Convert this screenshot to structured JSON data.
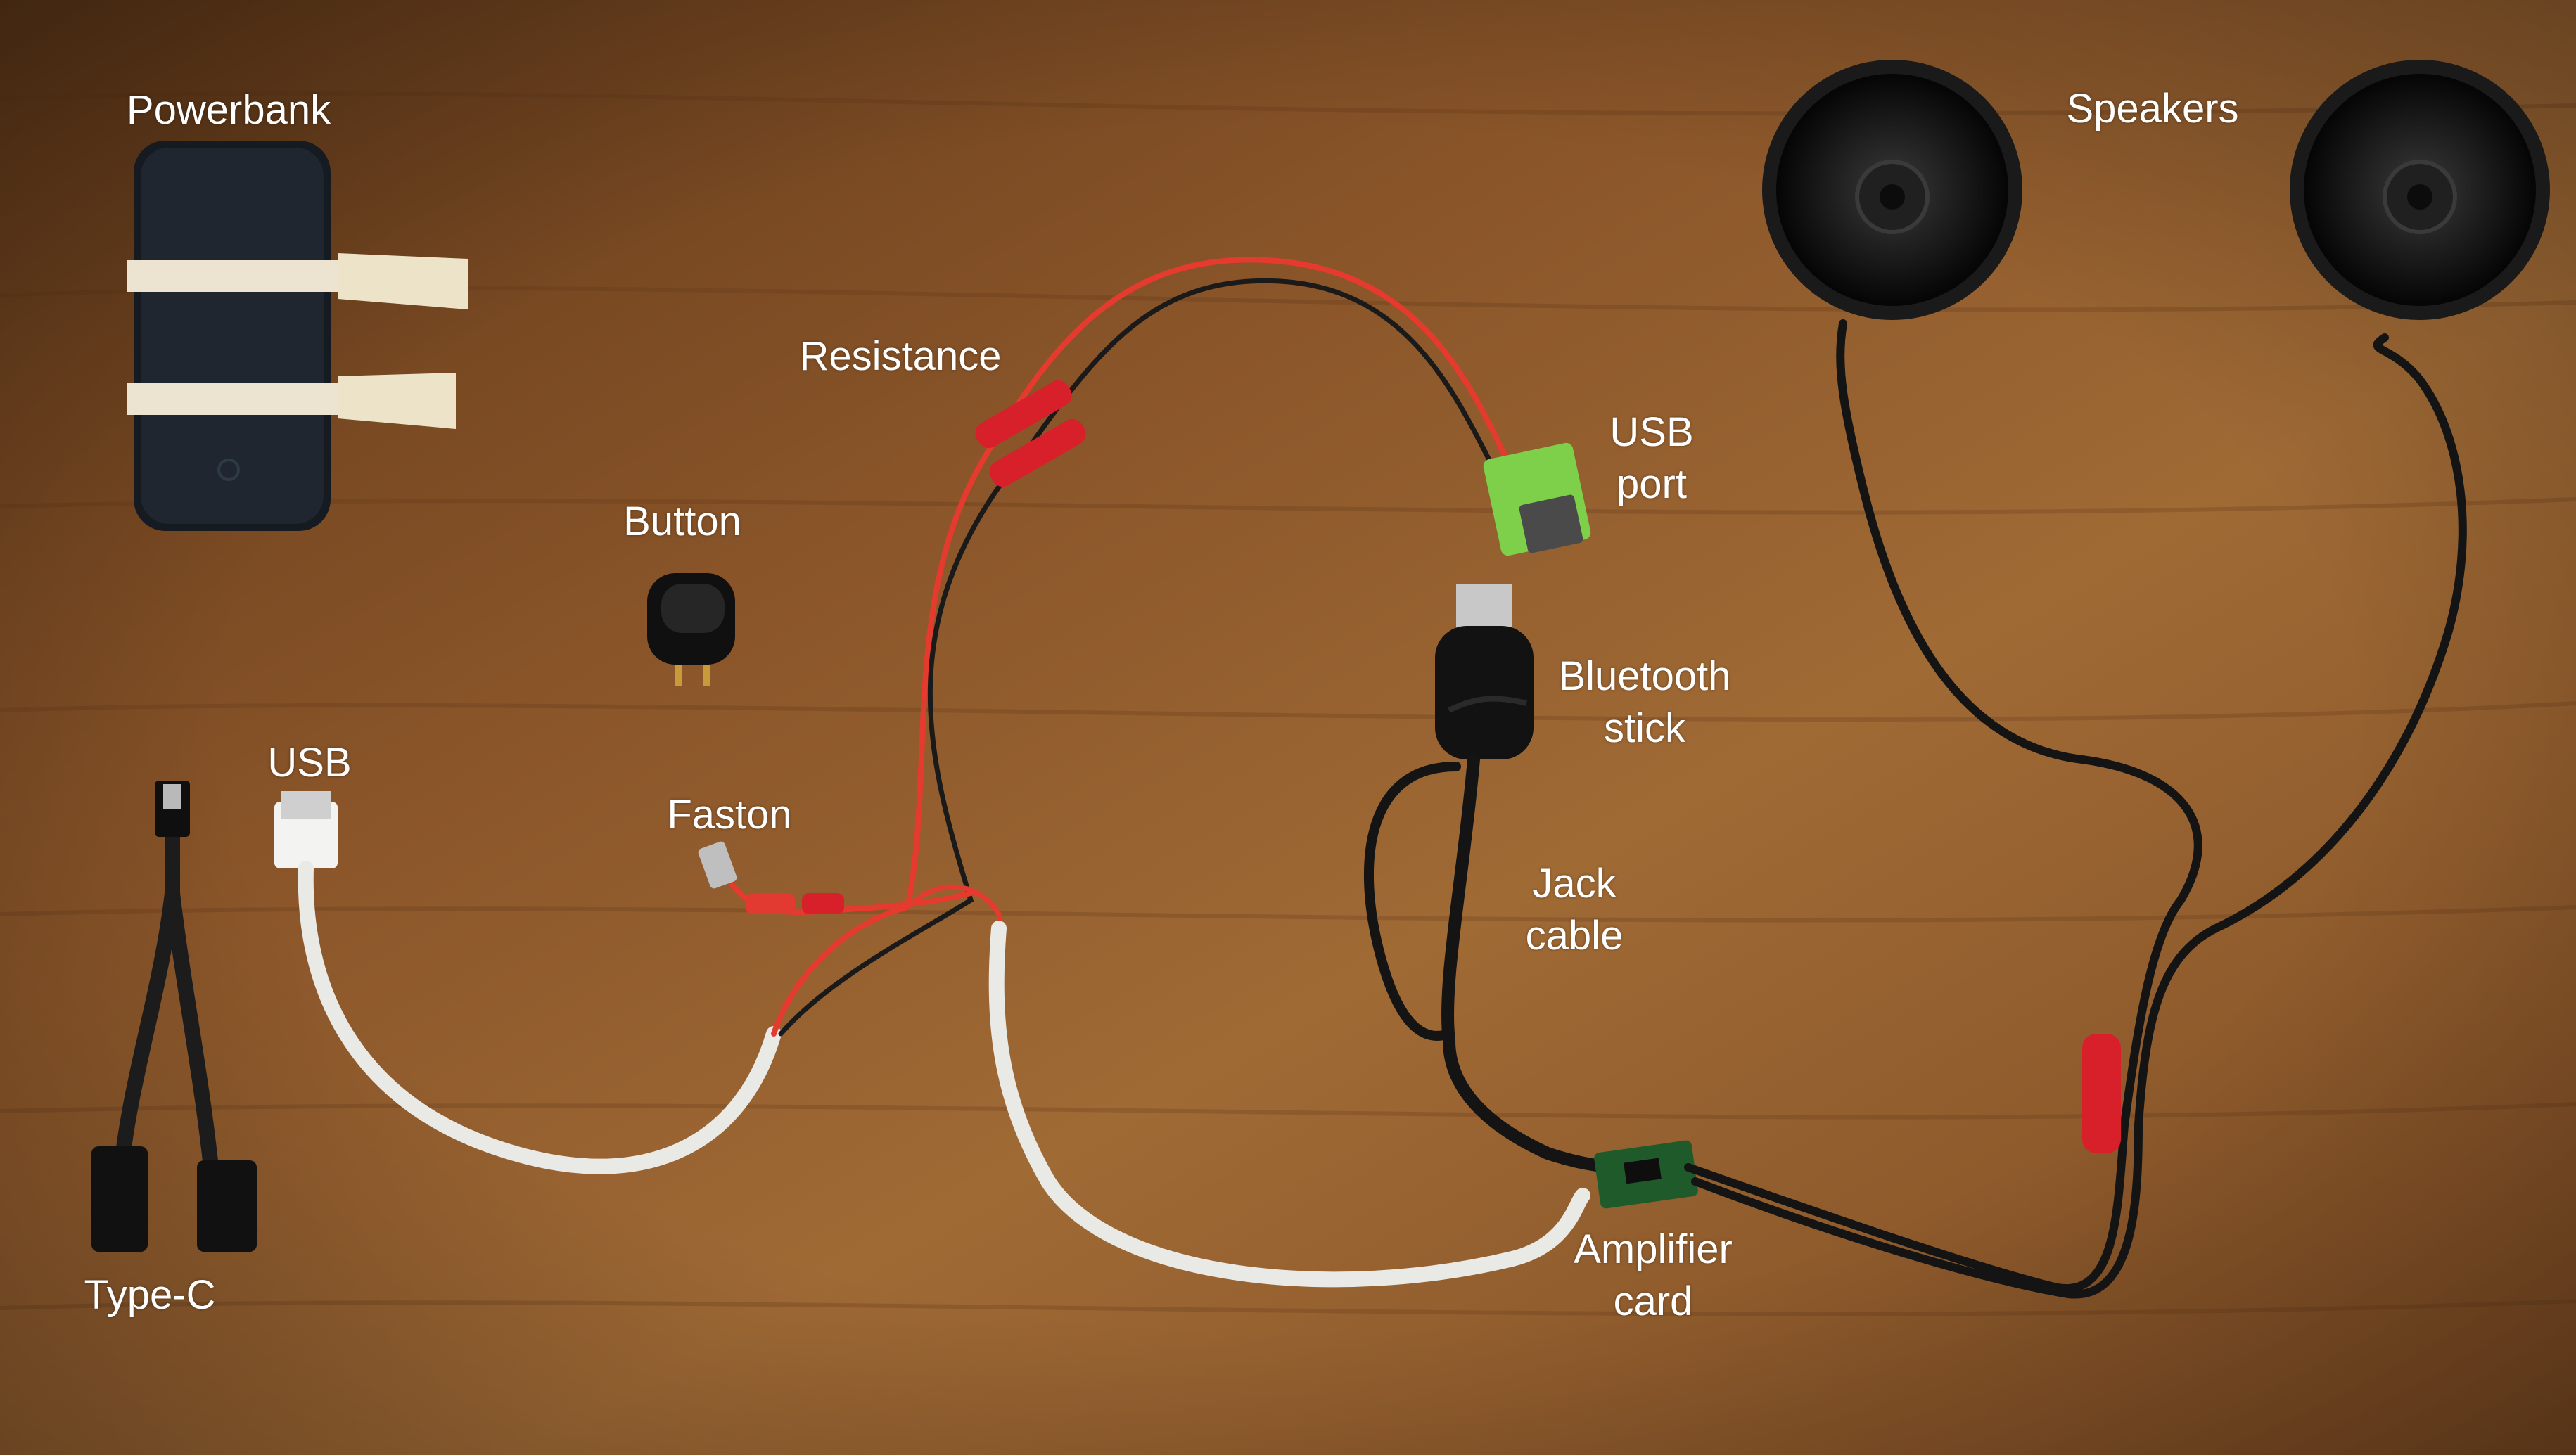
{
  "labels": {
    "powerbank": "Powerbank",
    "speakers": "Speakers",
    "resistance": "Resistance",
    "usb_port": [
      "USB",
      "port"
    ],
    "button": "Button",
    "bluetooth_stick": [
      "Bluetooth",
      "stick"
    ],
    "usb": "USB",
    "faston": "Faston",
    "jack_cable": [
      "Jack",
      "cable"
    ],
    "amplifier_card": [
      "Amplifier",
      "card"
    ],
    "type_c": "Type-C"
  },
  "colors": {
    "wood_light": "#a8703a",
    "wood_dark": "#6e4120",
    "wire_red": "#e53a2e",
    "wire_black": "#1a1a1a",
    "wire_white": "#e9e9e6",
    "heat_shrink_red": "#d8202a",
    "pcb_green": "#1e5a2a",
    "label_text": "#ffffff"
  }
}
